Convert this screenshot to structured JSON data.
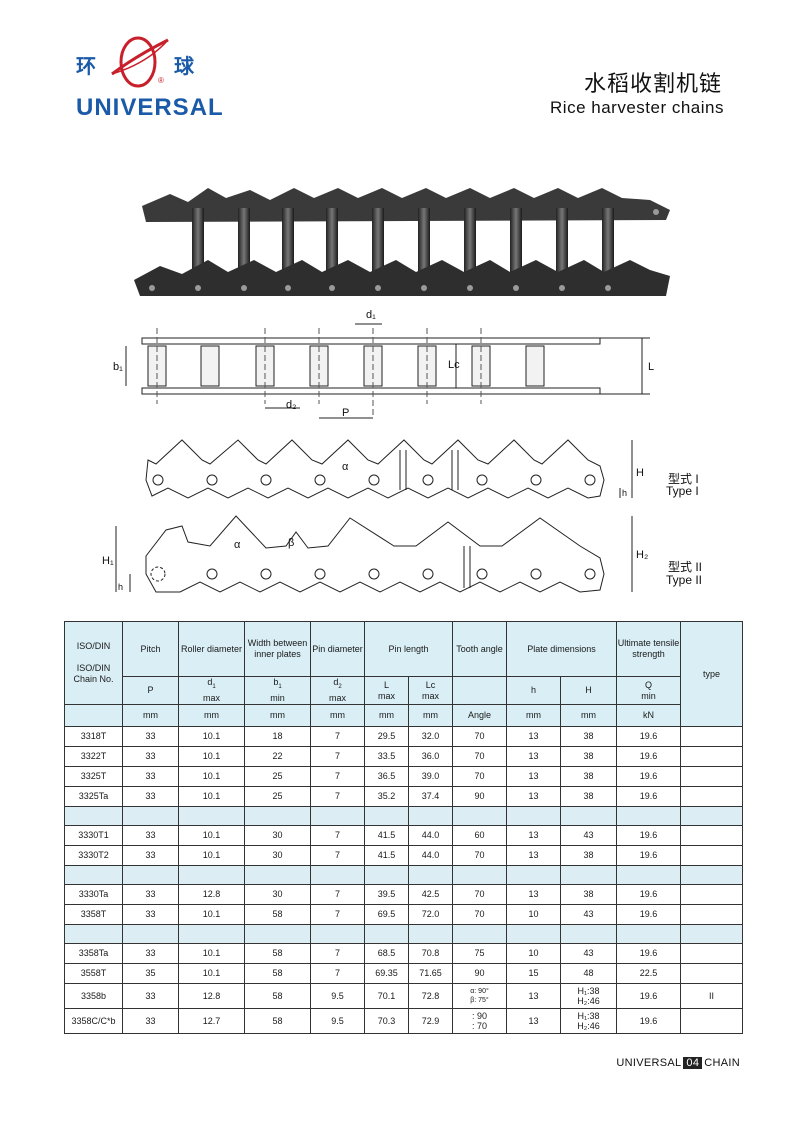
{
  "logo": {
    "cn_left": "环",
    "cn_right": "球",
    "brand": "UNIVERSAL",
    "reg": "®"
  },
  "title": {
    "cn": "水稻收割机链",
    "en": "Rice harvester chains"
  },
  "diagram": {
    "labels": {
      "d1": "d₁",
      "d2": "d₂",
      "b1": "b₁",
      "P": "P",
      "Lc": "Lc",
      "L": "L",
      "H": "H",
      "h": "h",
      "alpha": "α",
      "beta": "β",
      "H1": "H₁",
      "H2": "H₂"
    },
    "type1_cn": "型式 I",
    "type1_en": "Type I",
    "type2_cn": "型式 II",
    "type2_en": "Type II"
  },
  "table": {
    "head": {
      "iso": "ISO/DIN",
      "chain_no": "ISO/DIN Chain No.",
      "pitch": "Pitch",
      "roller": "Roller diameter",
      "width": "Width between inner plates",
      "pin_d": "Pin diameter",
      "pin_len": "Pin length",
      "tooth": "Tooth angle",
      "plate": "Plate dimensions",
      "ult": "Ultimate tensile strength",
      "type": "type",
      "sym_P": "P",
      "sym_d1": "d",
      "sym_d1_sub": "1",
      "sym_b1": "b",
      "sym_b1_sub": "1",
      "sym_d2": "d",
      "sym_d2_sub": "2",
      "sym_L": "L",
      "sym_Lc": "Lc",
      "sym_h": "h",
      "sym_H": "H",
      "sym_Q": "Q",
      "max": "max",
      "min": "min",
      "u_mm": "mm",
      "u_angle": "Angle",
      "u_kN": "kN"
    },
    "rows": [
      {
        "no": "3318T",
        "p": "33",
        "d1": "10.1",
        "b1": "18",
        "d2": "7",
        "L": "29.5",
        "Lc": "32.0",
        "ang": "70",
        "h": "13",
        "H": "38",
        "Q": "19.6",
        "type": ""
      },
      {
        "no": "3322T",
        "p": "33",
        "d1": "10.1",
        "b1": "22",
        "d2": "7",
        "L": "33.5",
        "Lc": "36.0",
        "ang": "70",
        "h": "13",
        "H": "38",
        "Q": "19.6",
        "type": ""
      },
      {
        "no": "3325T",
        "p": "33",
        "d1": "10.1",
        "b1": "25",
        "d2": "7",
        "L": "36.5",
        "Lc": "39.0",
        "ang": "70",
        "h": "13",
        "H": "38",
        "Q": "19.6",
        "type": ""
      },
      {
        "no": "3325Ta",
        "p": "33",
        "d1": "10.1",
        "b1": "25",
        "d2": "7",
        "L": "35.2",
        "Lc": "37.4",
        "ang": "90",
        "h": "13",
        "H": "38",
        "Q": "19.6",
        "type": ""
      },
      {
        "no": "3330T1",
        "p": "33",
        "d1": "10.1",
        "b1": "30",
        "d2": "7",
        "L": "41.5",
        "Lc": "44.0",
        "ang": "60",
        "h": "13",
        "H": "43",
        "Q": "19.6",
        "type": ""
      },
      {
        "no": "3330T2",
        "p": "33",
        "d1": "10.1",
        "b1": "30",
        "d2": "7",
        "L": "41.5",
        "Lc": "44.0",
        "ang": "70",
        "h": "13",
        "H": "38",
        "Q": "19.6",
        "type": ""
      },
      {
        "no": "3330Ta",
        "p": "33",
        "d1": "12.8",
        "b1": "30",
        "d2": "7",
        "L": "39.5",
        "Lc": "42.5",
        "ang": "70",
        "h": "13",
        "H": "38",
        "Q": "19.6",
        "type": ""
      },
      {
        "no": "3358T",
        "p": "33",
        "d1": "10.1",
        "b1": "58",
        "d2": "7",
        "L": "69.5",
        "Lc": "72.0",
        "ang": "70",
        "h": "10",
        "H": "43",
        "Q": "19.6",
        "type": ""
      },
      {
        "no": "3358Ta",
        "p": "33",
        "d1": "10.1",
        "b1": "58",
        "d2": "7",
        "L": "68.5",
        "Lc": "70.8",
        "ang": "75",
        "h": "10",
        "H": "43",
        "Q": "19.6",
        "type": ""
      },
      {
        "no": "3558T",
        "p": "35",
        "d1": "10.1",
        "b1": "58",
        "d2": "7",
        "L": "69.35",
        "Lc": "71.65",
        "ang": "90",
        "h": "15",
        "H": "48",
        "Q": "22.5",
        "type": ""
      },
      {
        "no": "3358b",
        "p": "33",
        "d1": "12.8",
        "b1": "58",
        "d2": "9.5",
        "L": "70.1",
        "Lc": "72.8",
        "ang_a": "α: 90°",
        "ang_b": "β: 75°",
        "h": "13",
        "H_a": "H₁:38",
        "H_b": "H₂:46",
        "Q": "19.6",
        "type": "II"
      },
      {
        "no": "3358C/C*b",
        "p": "33",
        "d1": "12.7",
        "b1": "58",
        "d2": "9.5",
        "L": "70.3",
        "Lc": "72.9",
        "ang_a": ": 90",
        "ang_b": ": 70",
        "h": "13",
        "H_a": "H₁:38",
        "H_b": "H₂:46",
        "Q": "19.6",
        "type": ""
      }
    ]
  },
  "footer": {
    "left": "UNIVERSAL",
    "page": "04",
    "right": "CHAIN"
  },
  "colors": {
    "brand_blue": "#1a5aa8",
    "brand_red": "#c8202a",
    "header_fill": "#d9eef5"
  }
}
